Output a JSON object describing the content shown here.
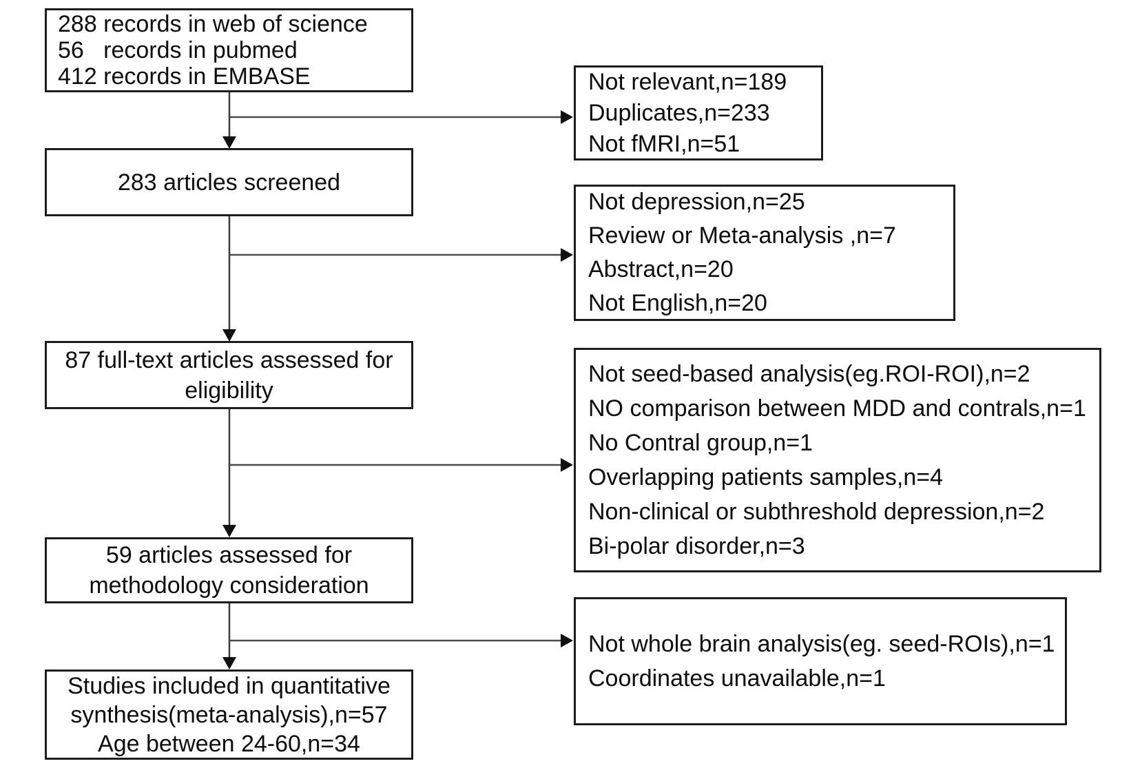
{
  "flow": {
    "left_boxes": [
      {
        "name": "records-identified",
        "lines": [
          "288 records in web of science",
          "56   records in pubmed",
          "412 records in EMBASE"
        ]
      },
      {
        "name": "articles-screened",
        "lines": [
          "283 articles screened"
        ]
      },
      {
        "name": "fulltext-assessed",
        "lines": [
          "87 full-text articles assessed for",
          "eligibility"
        ]
      },
      {
        "name": "methodology-assessed",
        "lines": [
          "59 articles assessed for",
          "methodology consideration"
        ]
      },
      {
        "name": "studies-included",
        "lines": [
          "Studies included in quantitative",
          "synthesis(meta-analysis),n=57",
          "Age between 24-60,n=34"
        ]
      }
    ],
    "right_boxes": [
      {
        "name": "excluded-after-identification",
        "lines": [
          "Not relevant,n=189",
          "Duplicates,n=233",
          "Not fMRI,n=51"
        ]
      },
      {
        "name": "excluded-after-screening",
        "lines": [
          "Not depression,n=25",
          "Review or Meta-analysis ,n=7",
          "Abstract,n=20",
          "Not English,n=20"
        ]
      },
      {
        "name": "excluded-after-fulltext",
        "lines": [
          "Not seed-based analysis(eg.ROI-ROI),n=2",
          "NO comparison between MDD and contrals,n=1",
          "No Contral group,n=1",
          "Overlapping patients samples,n=4",
          "Non-clinical or subthreshold depression,n=2",
          "Bi-polar disorder,n=3"
        ]
      },
      {
        "name": "excluded-after-methodology",
        "lines": [
          "Not whole brain analysis(eg. seed-ROIs),n=1",
          "Coordinates unavailable,n=1"
        ]
      }
    ],
    "colors": {
      "box_border": "#1c1c1c",
      "arrow_line": "#4a4a4a",
      "arrow_head": "#111111",
      "background": "#ffffff",
      "text": "#0d0d0d"
    }
  }
}
